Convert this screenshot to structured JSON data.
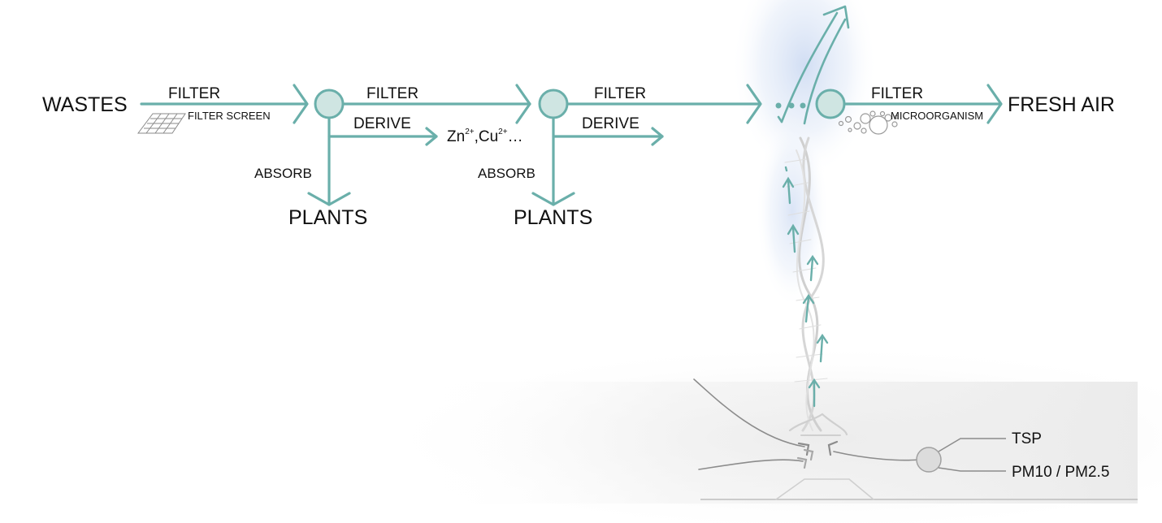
{
  "labels": {
    "wastes": "WASTES",
    "fresh_air": "FRESH AIR",
    "filter_1": "FILTER",
    "filter_2": "FILTER",
    "filter_3": "FILTER",
    "filter_4": "FILTER",
    "filter_screen": "FILTER SCREEN",
    "derive_1": "DERIVE",
    "derive_2": "DERIVE",
    "absorb_1": "ABSORB",
    "absorb_2": "ABSORB",
    "plants_1": "PLANTS",
    "plants_2": "PLANTS",
    "microorganism": "MICROORGANISM",
    "ions": {
      "zn": "Zn",
      "zn_charge": "2+",
      "cu": ",Cu",
      "cu_charge": "2+",
      "ellipsis": "…"
    },
    "tsp": "TSP",
    "pm": "PM10 / PM2.5"
  },
  "colors": {
    "flow": "#6aafaa",
    "node_fill": "#cfe5e2",
    "gray_line": "#8c8c8c",
    "light_gray": "#d0d0d0",
    "glow": "#d7e3f6",
    "text": "#111111"
  },
  "icons": {
    "filter_screen": "grid-mesh-icon",
    "microorganism": "bubble-cluster-icon",
    "tornado": "twisted-vortex-icon",
    "particle_source": "gray-circle-node-icon"
  }
}
